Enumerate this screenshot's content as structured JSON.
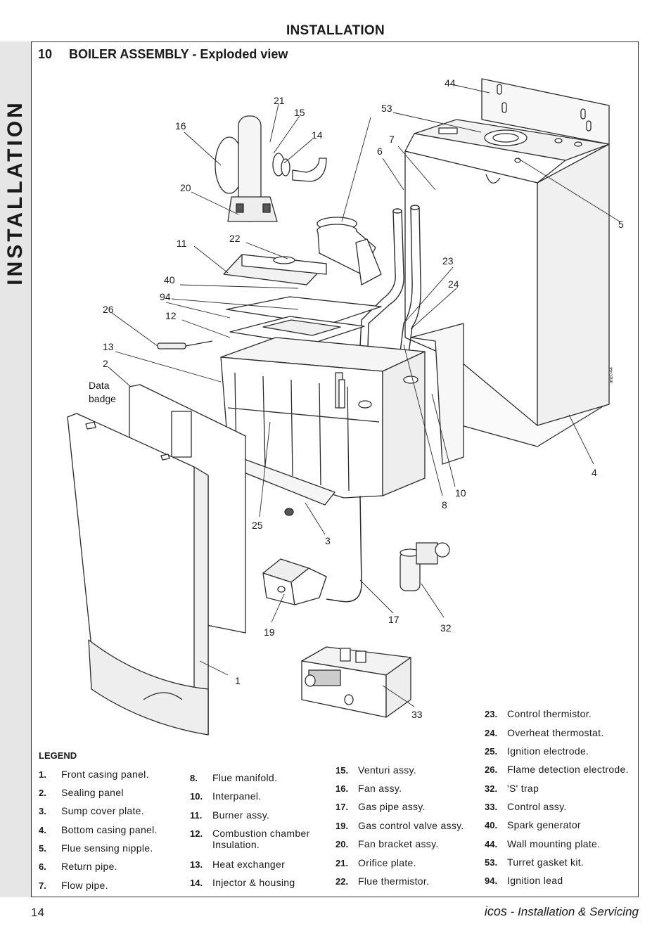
{
  "header": {
    "title": "INSTALLATION"
  },
  "side_tab": {
    "label": "INSTALLATION"
  },
  "section": {
    "number": "10",
    "title": "BOILER ASSEMBLY - Exploded view"
  },
  "diagram": {
    "callouts": [
      "44",
      "21",
      "15",
      "53",
      "16",
      "14",
      "7",
      "6",
      "20",
      "5",
      "22",
      "11",
      "23",
      "40",
      "24",
      "94",
      "26",
      "12",
      "13",
      "2",
      "4",
      "10",
      "8",
      "25",
      "3",
      "17",
      "32",
      "19",
      "1",
      "33"
    ],
    "data_badge_line1": "Data",
    "data_badge_line2": "badge",
    "drawing_ref": "im8744"
  },
  "legend": {
    "title": "LEGEND",
    "col1": [
      {
        "num": "1.",
        "text": "Front casing panel."
      },
      {
        "num": "2.",
        "text": "Sealing panel"
      },
      {
        "num": "3.",
        "text": "Sump cover plate."
      },
      {
        "num": "4.",
        "text": "Bottom casing panel."
      },
      {
        "num": "5.",
        "text": "Flue sensing nipple."
      },
      {
        "num": "6.",
        "text": "Return pipe."
      },
      {
        "num": "7.",
        "text": "Flow pipe."
      }
    ],
    "col2": [
      {
        "num": "8.",
        "text": "Flue manifold."
      },
      {
        "num": "10.",
        "text": "Interpanel."
      },
      {
        "num": "11.",
        "text": "Burner assy."
      },
      {
        "num": "12.",
        "text": "Combustion chamber",
        "text2": "Insulation."
      },
      {
        "num": "13.",
        "text": "Heat exchanger"
      },
      {
        "num": "14.",
        "text": "Injector & housing"
      }
    ],
    "col3": [
      {
        "num": "15.",
        "text": "Venturi assy."
      },
      {
        "num": "16.",
        "text": "Fan assy."
      },
      {
        "num": "17.",
        "text": "Gas pipe assy."
      },
      {
        "num": "19.",
        "text": "Gas control valve assy."
      },
      {
        "num": "20.",
        "text": "Fan bracket assy."
      },
      {
        "num": "21.",
        "text": "Orifice plate."
      },
      {
        "num": "22.",
        "text": "Flue thermistor."
      }
    ],
    "col4": [
      {
        "num": "23.",
        "text": "Control thermistor."
      },
      {
        "num": "24.",
        "text": "Overheat thermostat."
      },
      {
        "num": "25.",
        "text": "Ignition electrode."
      },
      {
        "num": "26.",
        "text": "Flame detection electrode."
      },
      {
        "num": "32.",
        "text": "'S' trap"
      },
      {
        "num": "33.",
        "text": "Control assy."
      },
      {
        "num": "40.",
        "text": "Spark generator"
      },
      {
        "num": "44.",
        "text": "Wall mounting plate."
      },
      {
        "num": "53.",
        "text": "Turret gasket kit."
      },
      {
        "num": "94.",
        "text": "Ignition lead"
      }
    ]
  },
  "footer": {
    "page_number": "14",
    "brand": "icos",
    "title_rest": " - Installation & Servicing"
  }
}
